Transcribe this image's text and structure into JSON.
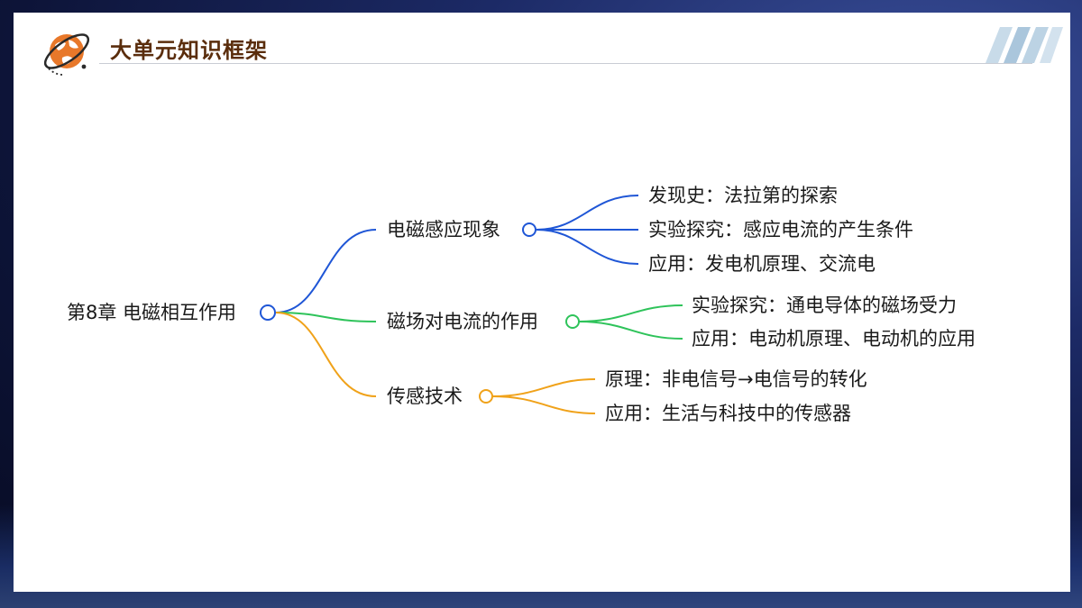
{
  "header": {
    "title": "大单元知识框架"
  },
  "colors": {
    "branch_blue": "#1f56d6",
    "branch_green": "#2ec35a",
    "branch_orange": "#f0a21a",
    "title_text": "#5a2d0c"
  },
  "icons": [
    "globe-logo-icon",
    "diagonal-stripes-icon"
  ],
  "mindmap": {
    "root": {
      "label": "第8章 电磁相互作用"
    },
    "branches": [
      {
        "label": "电磁感应现象",
        "color": "blue",
        "children": [
          "发现史：法拉第的探索",
          "实验探究：感应电流的产生条件",
          "应用：发电机原理、交流电"
        ]
      },
      {
        "label": "磁场对电流的作用",
        "color": "green",
        "children": [
          "实验探究：通电导体的磁场受力",
          "应用：电动机原理、电动机的应用"
        ]
      },
      {
        "label": "传感技术",
        "color": "orange",
        "children": [
          "原理：非电信号→电信号的转化",
          "应用：生活与科技中的传感器"
        ]
      }
    ]
  }
}
